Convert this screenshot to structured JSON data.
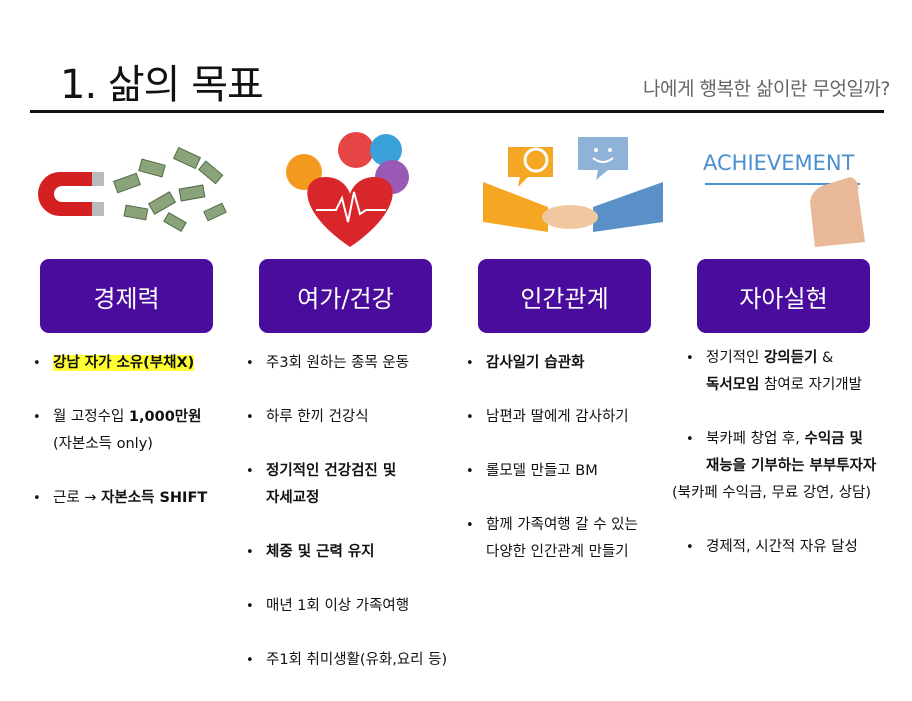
{
  "title": "1. 삶의 목표",
  "subtitle": "나에게 행복한 삶이란 무엇일까?",
  "colors": {
    "box": "#4a0c9c",
    "highlight": "#ffff33"
  },
  "pictures": [
    {
      "icon": "magnet-money-icon"
    },
    {
      "icon": "heart-health-icons"
    },
    {
      "icon": "handshake-idea-icon",
      "text": ""
    },
    {
      "icon": "achievement-hand-icon",
      "text": "ACHIEVEMENT"
    }
  ],
  "columns": [
    {
      "heading": "경제력",
      "items": [
        {
          "bullet": true,
          "lines": [
            [
              {
                "t": "강남 자가 소유(부채X)",
                "b": true,
                "hl": true
              }
            ]
          ]
        },
        {
          "bullet": true,
          "lines": [
            [
              {
                "t": "월 고정수입 "
              },
              {
                "t": "1,000만원",
                "b": true
              }
            ],
            [
              {
                "t": "(자본소득 only)"
              }
            ]
          ]
        },
        {
          "bullet": true,
          "lines": [
            [
              {
                "t": "근로 → "
              },
              {
                "t": "자본소득 SHIFT",
                "b": true
              }
            ]
          ]
        }
      ]
    },
    {
      "heading": "여가/건강",
      "items": [
        {
          "bullet": true,
          "lines": [
            [
              {
                "t": "주3회 원하는 종목 운동"
              }
            ]
          ]
        },
        {
          "bullet": true,
          "lines": [
            [
              {
                "t": "하루 한끼 건강식"
              }
            ]
          ]
        },
        {
          "bullet": true,
          "lines": [
            [
              {
                "t": "정기적인 건강검진 및",
                "b": true
              }
            ],
            [
              {
                "t": "자세교정",
                "b": true
              }
            ]
          ]
        },
        {
          "bullet": true,
          "lines": [
            [
              {
                "t": "체중 및 근력 유지",
                "b": true
              }
            ]
          ]
        },
        {
          "bullet": true,
          "lines": [
            [
              {
                "t": "매년 1회 이상 가족여행"
              }
            ]
          ]
        },
        {
          "bullet": true,
          "lines": [
            [
              {
                "t": "주1회 취미생활(유화,요리 등)"
              }
            ]
          ]
        }
      ]
    },
    {
      "heading": "인간관계",
      "items": [
        {
          "bullet": true,
          "lines": [
            [
              {
                "t": "감사일기 습관화",
                "b": true
              }
            ]
          ]
        },
        {
          "bullet": true,
          "lines": [
            [
              {
                "t": "남편과 딸에게 감사하기"
              }
            ]
          ]
        },
        {
          "bullet": true,
          "lines": [
            [
              {
                "t": "롤모델 만들고 BM"
              }
            ]
          ]
        },
        {
          "bullet": true,
          "lines": [
            [
              {
                "t": "함께 가족여행 갈 수 있는"
              }
            ],
            [
              {
                "t": "다양한 인간관계 만들기"
              }
            ]
          ]
        }
      ]
    },
    {
      "heading": "자아실현",
      "items": [
        {
          "bullet": true,
          "lines": [
            [
              {
                "t": "정기적인 "
              },
              {
                "t": "강의듣기",
                "b": true
              },
              {
                "t": " &"
              }
            ],
            [
              {
                "t": "독서모임",
                "b": true
              },
              {
                "t": " 참여로 자기개발"
              }
            ]
          ]
        },
        {
          "bullet": true,
          "lines": [
            [
              {
                "t": "북카페 창업 후, "
              },
              {
                "t": "수익금 및",
                "b": true
              }
            ],
            [
              {
                "t": "재능을 기부하는 부부투자자",
                "b": true
              }
            ]
          ]
        },
        {
          "bullet": false,
          "lines": [
            [
              {
                "t": "(북카페 수익금, 무료 강연, 상담)"
              }
            ]
          ]
        },
        {
          "bullet": true,
          "lines": [
            [
              {
                "t": "경제적, 시간적 자유 달성"
              }
            ]
          ]
        }
      ]
    }
  ]
}
